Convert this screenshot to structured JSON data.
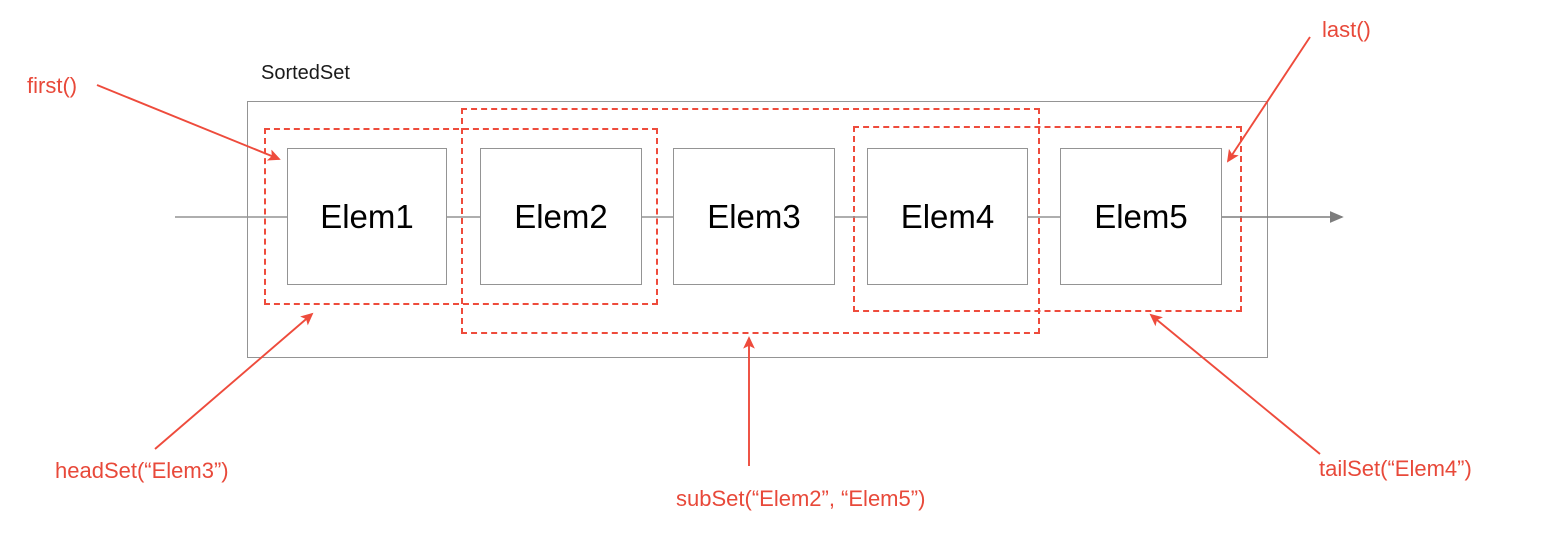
{
  "diagram": {
    "title": "SortedSet",
    "accent_color": "#ee4b3c",
    "box_border_color": "#949494",
    "elements": [
      {
        "label": "Elem1"
      },
      {
        "label": "Elem2"
      },
      {
        "label": "Elem3"
      },
      {
        "label": "Elem4"
      },
      {
        "label": "Elem5"
      }
    ],
    "annotations": [
      {
        "id": "first",
        "label": "first()"
      },
      {
        "id": "last",
        "label": "last()"
      },
      {
        "id": "headSet",
        "label": "headSet(“Elem3”)"
      },
      {
        "id": "subSet",
        "label": "subSet(“Elem2”, “Elem5”)"
      },
      {
        "id": "tailSet",
        "label": "tailSet(“Elem4”)"
      }
    ],
    "regions": [
      {
        "id": "headSet-region",
        "covers": [
          "Elem1",
          "Elem2"
        ]
      },
      {
        "id": "subSet-region",
        "covers": [
          "Elem2",
          "Elem3",
          "Elem4"
        ]
      },
      {
        "id": "tailSet-region",
        "covers": [
          "Elem4",
          "Elem5"
        ]
      }
    ]
  }
}
